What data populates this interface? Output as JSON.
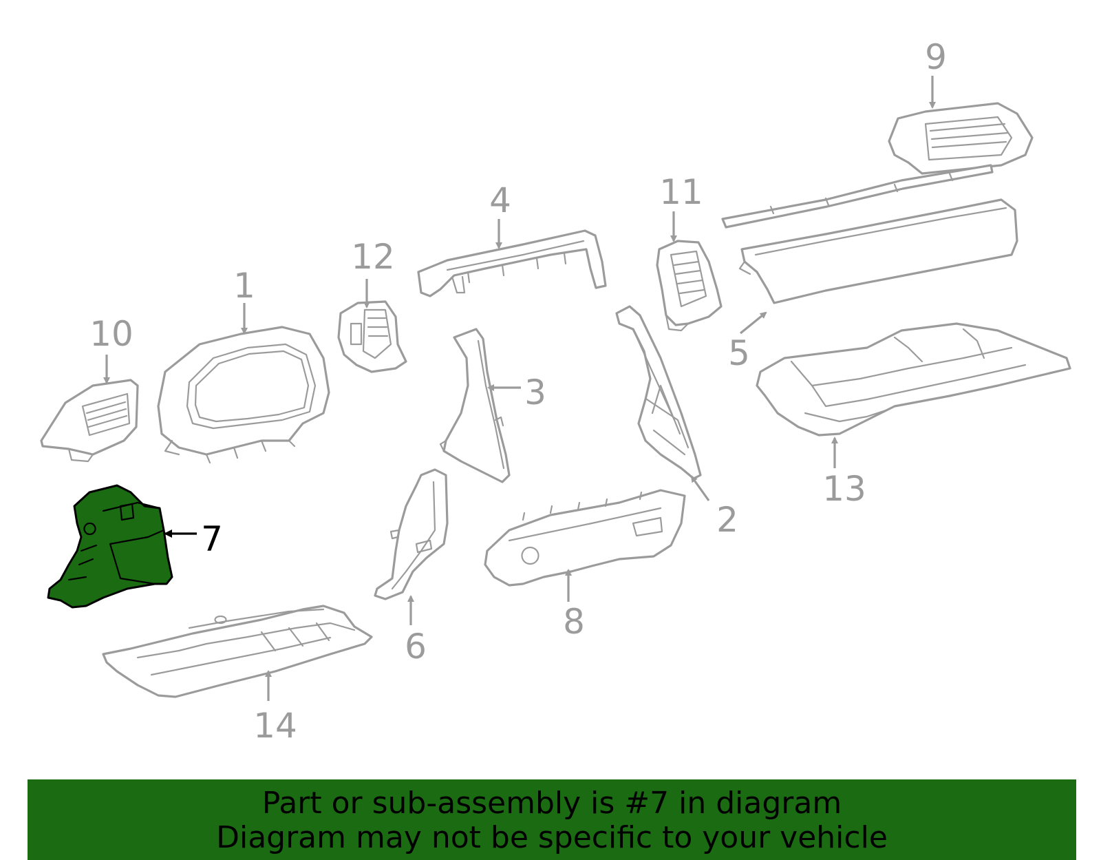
{
  "callouts": {
    "p1": "1",
    "p2": "2",
    "p3": "3",
    "p4": "4",
    "p5": "5",
    "p6": "6",
    "p7": "7",
    "p8": "8",
    "p9": "9",
    "p10": "10",
    "p11": "11",
    "p12": "12",
    "p13": "13",
    "p14": "14"
  },
  "highlighted_part": "7",
  "colors": {
    "highlight_fill": "#1b6b12",
    "line_gray": "#9b9b9b",
    "banner_bg": "#1b6b12"
  },
  "banner": {
    "line1": "Part or sub-assembly is #7 in diagram",
    "line2": "Diagram may not be specific to your vehicle"
  }
}
